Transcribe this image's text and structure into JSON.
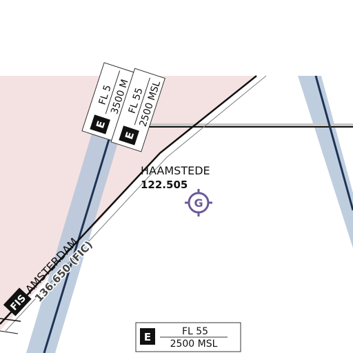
{
  "airport": {
    "name": "HAAMSTEDE",
    "frequency": "122.505",
    "symbol": "G"
  },
  "fis": {
    "tag": "FIS",
    "name": "AMSTERDAM",
    "frequency": "136.650 (FIC)"
  },
  "airspace_boxes": [
    {
      "class": "E",
      "upper": "FL 5",
      "lower": "3500 M"
    },
    {
      "class": "E",
      "upper": "FL 55",
      "lower": "2500 MSL"
    },
    {
      "class": "E",
      "upper": "FL 55",
      "lower": "2500 MSL"
    }
  ],
  "colors": {
    "restricted_fill": "#f4e2e2",
    "corridor_blue": "#b4c6d9",
    "route_line": "#1d3354",
    "airport_symbol": "#6a5a9a",
    "boundary_gray": "#c8c8c8"
  }
}
